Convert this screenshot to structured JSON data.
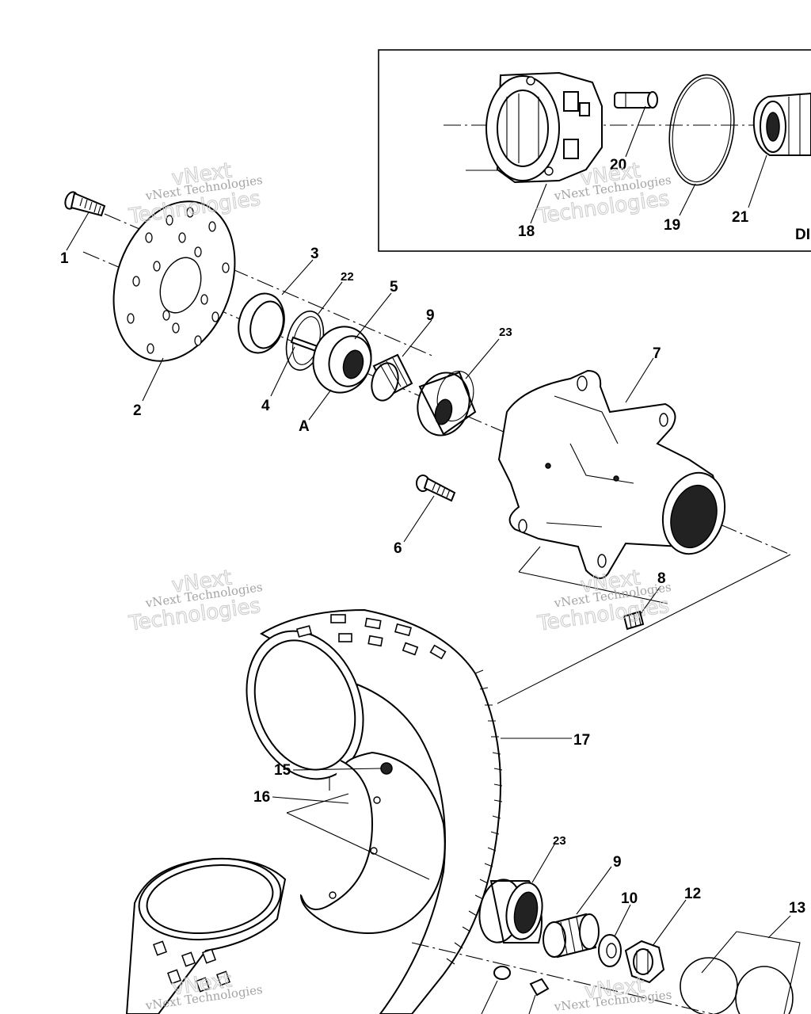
{
  "callouts": {
    "c1": "1",
    "c2": "2",
    "c3": "3",
    "c4": "4",
    "c5": "5",
    "c6": "6",
    "c7": "7",
    "c8": "8",
    "c9a": "9",
    "c9b": "9",
    "c10": "10",
    "c12": "12",
    "c13": "13",
    "c15": "15",
    "c16": "16",
    "c17": "17",
    "c18": "18",
    "c19": "19",
    "c20": "20",
    "c21": "21",
    "c22": "22",
    "c23a": "23",
    "c23b": "23",
    "cA": "A"
  },
  "inset": {
    "cut_label": "DI"
  },
  "watermark": {
    "line1": "vNext Technologies",
    "line2": "vNext",
    "line3": "Technologies"
  }
}
